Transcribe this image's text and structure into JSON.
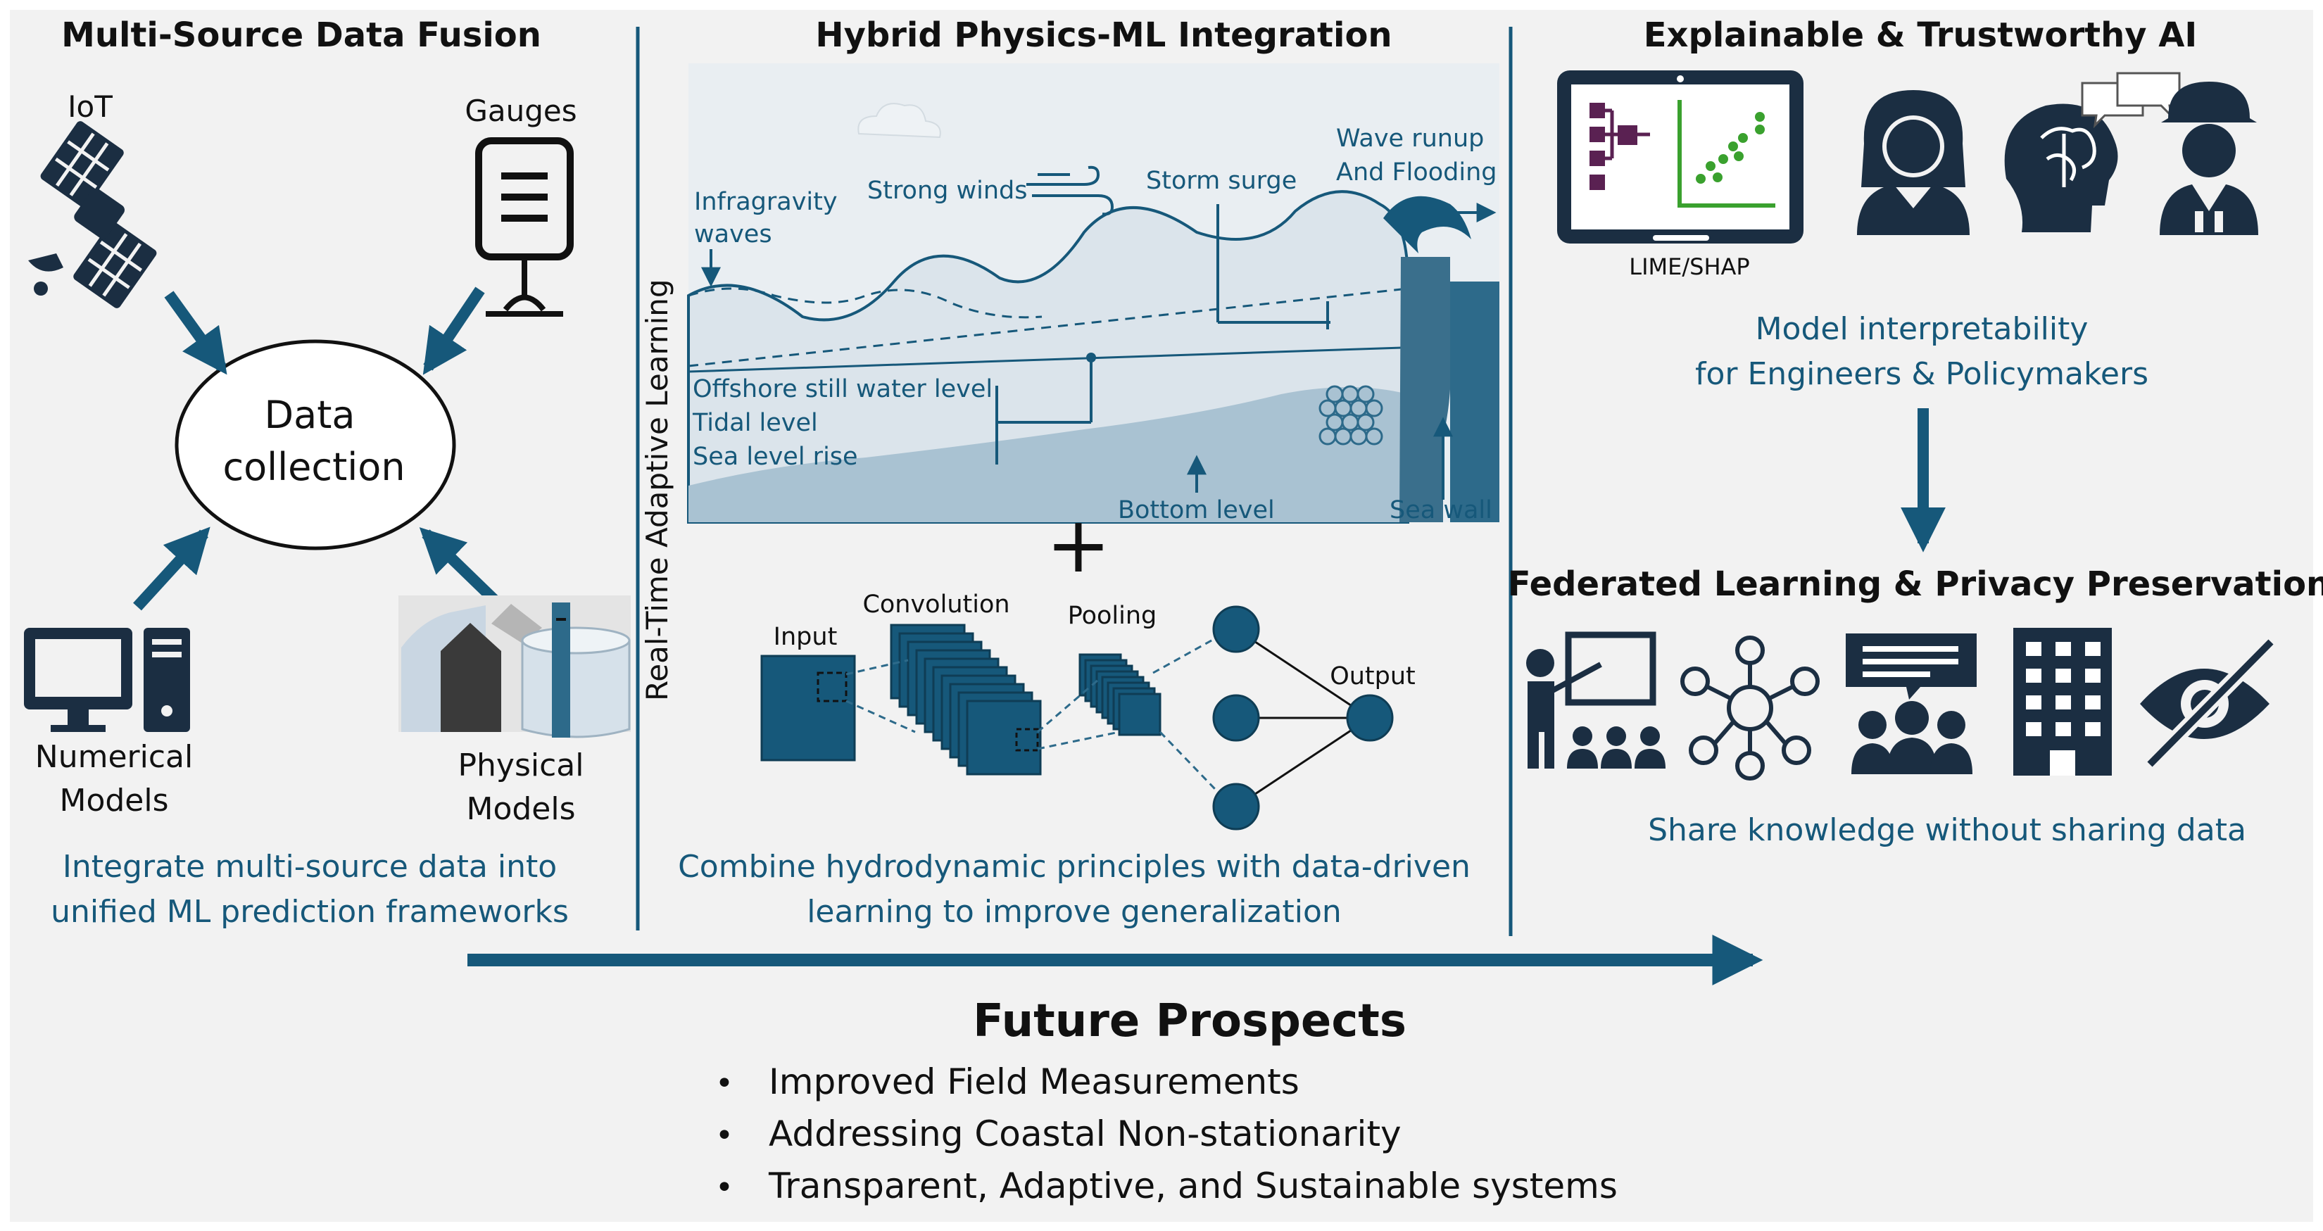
{
  "colors": {
    "accent": "#16587a",
    "dark": "#1b2e42",
    "panel": "#f2f2f2",
    "water": "#dce6ee",
    "waterDark": "#a9c2d2",
    "shap": "#5a2152",
    "shapGreen": "#3aa12e"
  },
  "fusion": {
    "title": "Multi-Source Data Fusion",
    "center": [
      "Data",
      "collection"
    ],
    "sources": {
      "iot": "IoT",
      "gauges": "Gauges",
      "numerical": [
        "Numerical",
        "Models"
      ],
      "physical": [
        "Physical",
        "Models"
      ]
    },
    "caption": [
      "Integrate multi-source data into",
      "unified ML prediction frameworks"
    ]
  },
  "hybrid": {
    "title": "Hybrid Physics-ML Integration",
    "side_label": "Real-Time Adaptive Learning",
    "coastal_labels": {
      "infragravity": [
        "Infragravity",
        "waves"
      ],
      "winds": "Strong winds",
      "surge": "Storm surge",
      "runup": [
        "Wave runup",
        "And Flooding"
      ],
      "offshore": "Offshore still water level",
      "tidal": "Tidal level",
      "slr": "Sea level rise",
      "bottom": "Bottom level",
      "seawall": "Sea wall"
    },
    "plus": "+",
    "cnn": {
      "input": "Input",
      "conv": "Convolution",
      "pool": "Pooling",
      "output": "Output"
    },
    "caption": [
      "Combine hydrodynamic principles with data-driven",
      "learning to  improve generalization"
    ]
  },
  "xai": {
    "title": "Explainable & Trustworthy AI",
    "tool_label": "LIME/SHAP",
    "caption": [
      "Model interpretability",
      "for Engineers & Policymakers"
    ]
  },
  "fed": {
    "title": "Federated Learning & Privacy Preservation",
    "caption": "Share knowledge without sharing data"
  },
  "future": {
    "title": "Future Prospects",
    "items": [
      "Improved Field Measurements",
      "Addressing Coastal Non-stationarity",
      "Transparent, Adaptive, and Sustainable systems"
    ]
  },
  "icons": [
    "satellite-icon",
    "gauge-icon",
    "computer-icon",
    "physical-model-icon",
    "moon-icon",
    "cloud-icon",
    "wind-icon",
    "tablet-chart-icon",
    "woman-icon",
    "brain-icon",
    "chat-bubbles-icon",
    "engineer-icon",
    "teacher-icon",
    "network-icon",
    "group-chat-icon",
    "building-icon",
    "eye-slash-icon"
  ]
}
